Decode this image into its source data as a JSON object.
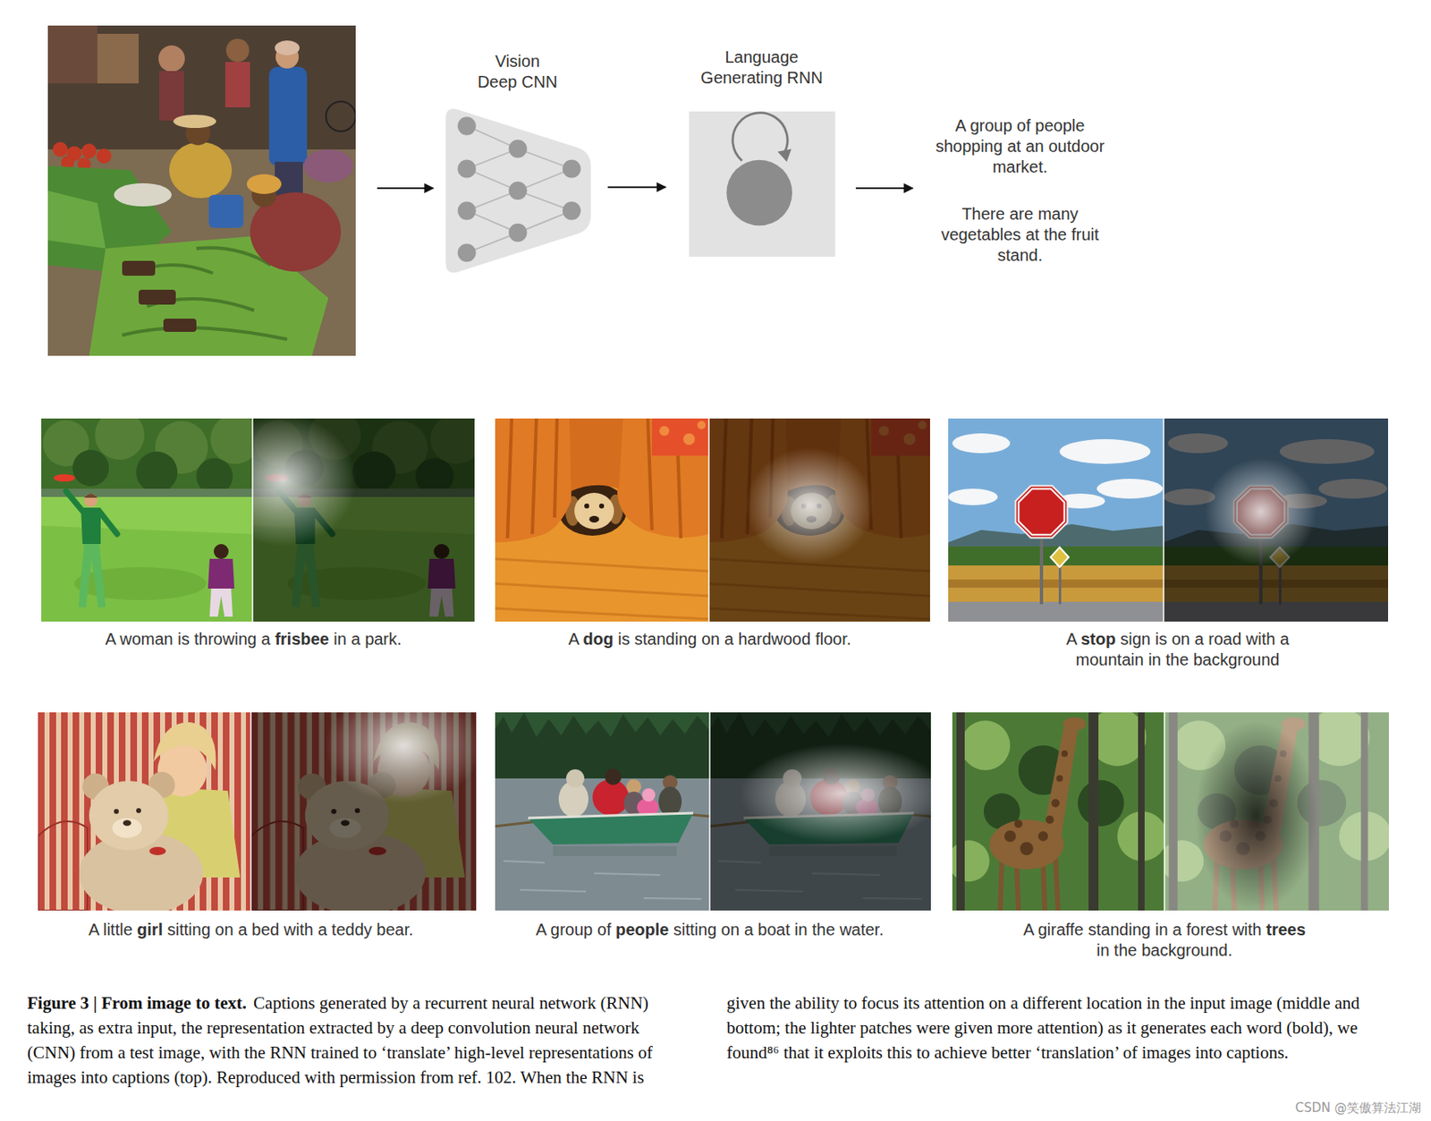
{
  "diagram": {
    "title": "Figure 3 | From image to text.",
    "caption": "Captions generated by a recurrent neural network (RNN) taking, as extra input, the representation extracted by a deep convolution neural network (CNN) from a test image, with the RNN trained to ‘translate’ high-level representations of images into captions (top). Reproduced with permission from ref. 102. When the RNN is given the ability to focus its attention on a different location in the input image (middle and bottom; the lighter patches were given more attention) as it generates each word (bold), we found⁸⁶ that it exploits this to achieve better ‘translation’ of images into captions.",
    "nodes": [
      {
        "text": [
          "Vision Deep CNN"
        ]
      },
      {
        "text": [
          "Language Generating RNN"
        ]
      }
    ],
    "edges": [
      {
        "from": 0,
        "to": 1,
        "arrow": "to"
      }
    ],
    "labels": [
      "A group of people shopping at an outdoor market.",
      "There are many vegetables at the fruit stand.",
      "A woman is throwing a frisbee in a park.",
      "A dog is standing on a hardwood floor.",
      "A stop sign is on a road with a mountain in the background",
      "A little girl sitting on a bed with a teddy bear.",
      "A group of people sitting on a boat in the water.",
      "A giraffe standing in a forest with trees in the background.",
      "CSDN @笑傲算法江湖"
    ]
  }
}
